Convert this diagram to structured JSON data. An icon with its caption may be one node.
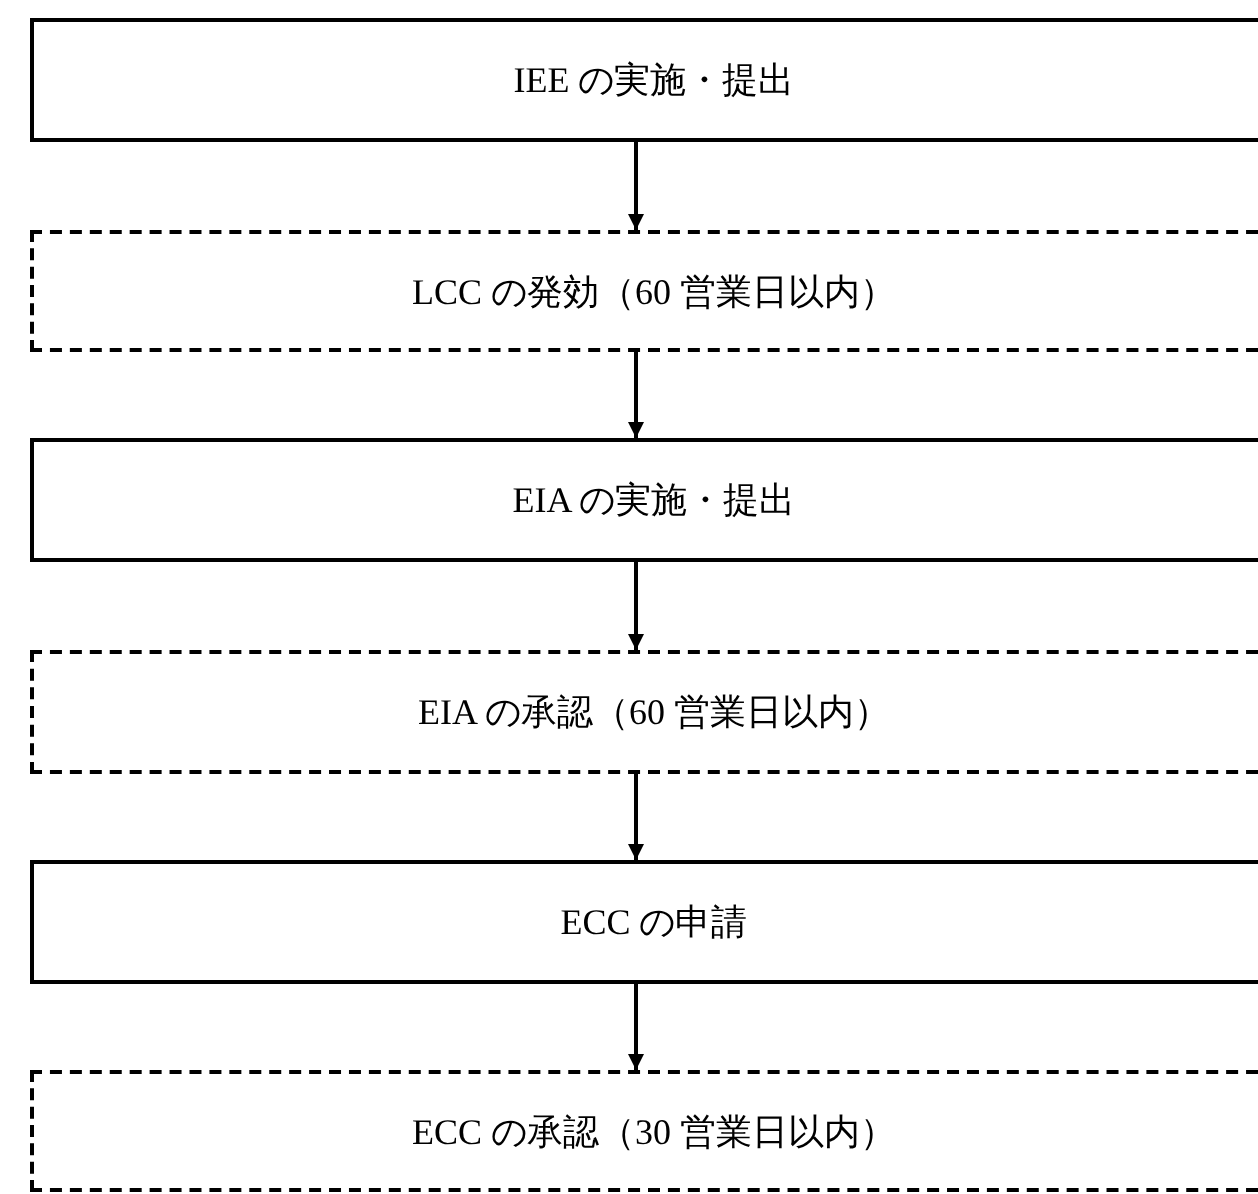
{
  "diagram": {
    "nodes": [
      {
        "text": [
          "IEE の実施・提出"
        ]
      },
      {
        "text": [
          "LCC の発効（60 営業日以内）"
        ]
      },
      {
        "text": [
          "EIA の実施・提出"
        ]
      },
      {
        "text": [
          "EIA の承認（60 営業日以内）"
        ]
      },
      {
        "text": [
          "ECC の申請"
        ]
      },
      {
        "text": [
          "ECC の承認（30 営業日以内）"
        ]
      }
    ],
    "edges": [
      {
        "from": 0,
        "to": 1,
        "arrow": "to"
      },
      {
        "from": 1,
        "to": 2,
        "arrow": "to"
      },
      {
        "from": 2,
        "to": 3,
        "arrow": "to"
      },
      {
        "from": 3,
        "to": 4,
        "arrow": "to"
      },
      {
        "from": 4,
        "to": 5,
        "arrow": "to"
      }
    ]
  }
}
